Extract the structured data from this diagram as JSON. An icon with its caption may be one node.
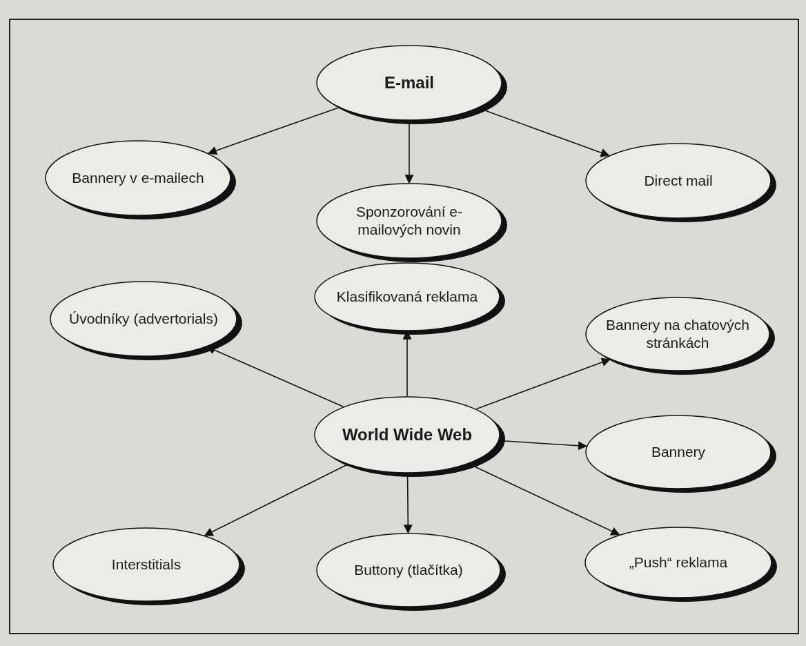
{
  "diagram": {
    "nodes": [
      {
        "text": [
          "E-mail"
        ]
      },
      {
        "text": [
          "Bannery v e-mailech"
        ]
      },
      {
        "text": [
          "Sponzorování e-mailových novin"
        ]
      },
      {
        "text": [
          "Direct mail"
        ]
      },
      {
        "text": [
          "Klasifikovaná reklama"
        ]
      },
      {
        "text": [
          "Úvodníky (advertorials)"
        ]
      },
      {
        "text": [
          "Bannery na chatových stránkách"
        ]
      },
      {
        "text": [
          "World Wide Web"
        ]
      },
      {
        "text": [
          "Bannery"
        ]
      },
      {
        "text": [
          "Interstitials"
        ]
      },
      {
        "text": [
          "Buttony (tlačítka)"
        ]
      },
      {
        "text": [
          "„Push“ reklama"
        ]
      }
    ],
    "edges": [
      {
        "from": 0,
        "to": 1,
        "arrow": "to"
      },
      {
        "from": 0,
        "to": 2,
        "arrow": "to"
      },
      {
        "from": 0,
        "to": 3,
        "arrow": "to"
      },
      {
        "from": 7,
        "to": 5,
        "arrow": "to"
      },
      {
        "from": 7,
        "to": 4,
        "arrow": "to"
      },
      {
        "from": 7,
        "to": 6,
        "arrow": "to"
      },
      {
        "from": 7,
        "to": 8,
        "arrow": "to"
      },
      {
        "from": 7,
        "to": 9,
        "arrow": "to"
      },
      {
        "from": 7,
        "to": 10,
        "arrow": "to"
      },
      {
        "from": 7,
        "to": 11,
        "arrow": "to"
      }
    ]
  }
}
